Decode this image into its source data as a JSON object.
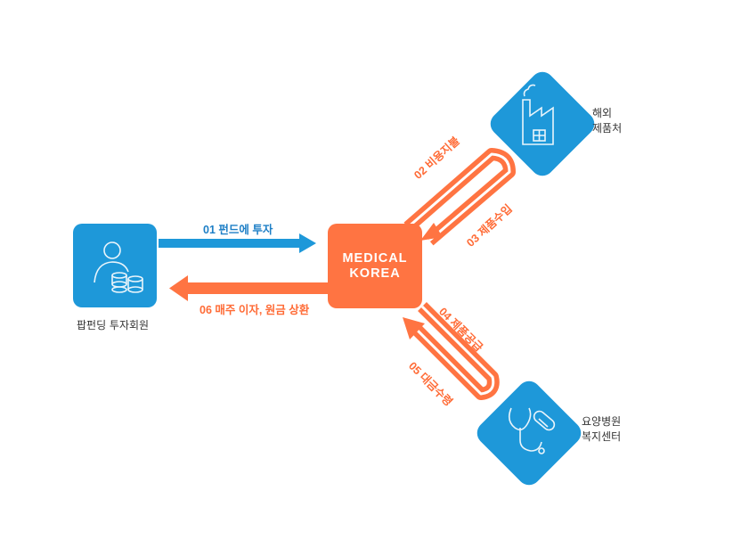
{
  "center": {
    "line1": "MEDICAL",
    "line2": "KOREA"
  },
  "nodes": {
    "investor": {
      "label": "팝펀딩 투자회원"
    },
    "overseas": {
      "line1": "해외",
      "line2": "제품처"
    },
    "nursing": {
      "line1": "요양병원",
      "line2": "복지센터"
    }
  },
  "flows": {
    "f01": "01 펀드에 투자",
    "f02": "02 비용지불",
    "f03": "03 제품수입",
    "f04": "04 제품공급",
    "f05": "05 대금수령",
    "f06": "06 매주 이자, 원금 상환"
  },
  "colors": {
    "blue": "#1e98d9",
    "orange": "#ff7442",
    "label_blue": "#1e7fc6",
    "label_orange": "#ff6b36"
  },
  "icons": [
    "investor-coins-icon",
    "factory-icon",
    "stethoscope-pill-icon"
  ]
}
